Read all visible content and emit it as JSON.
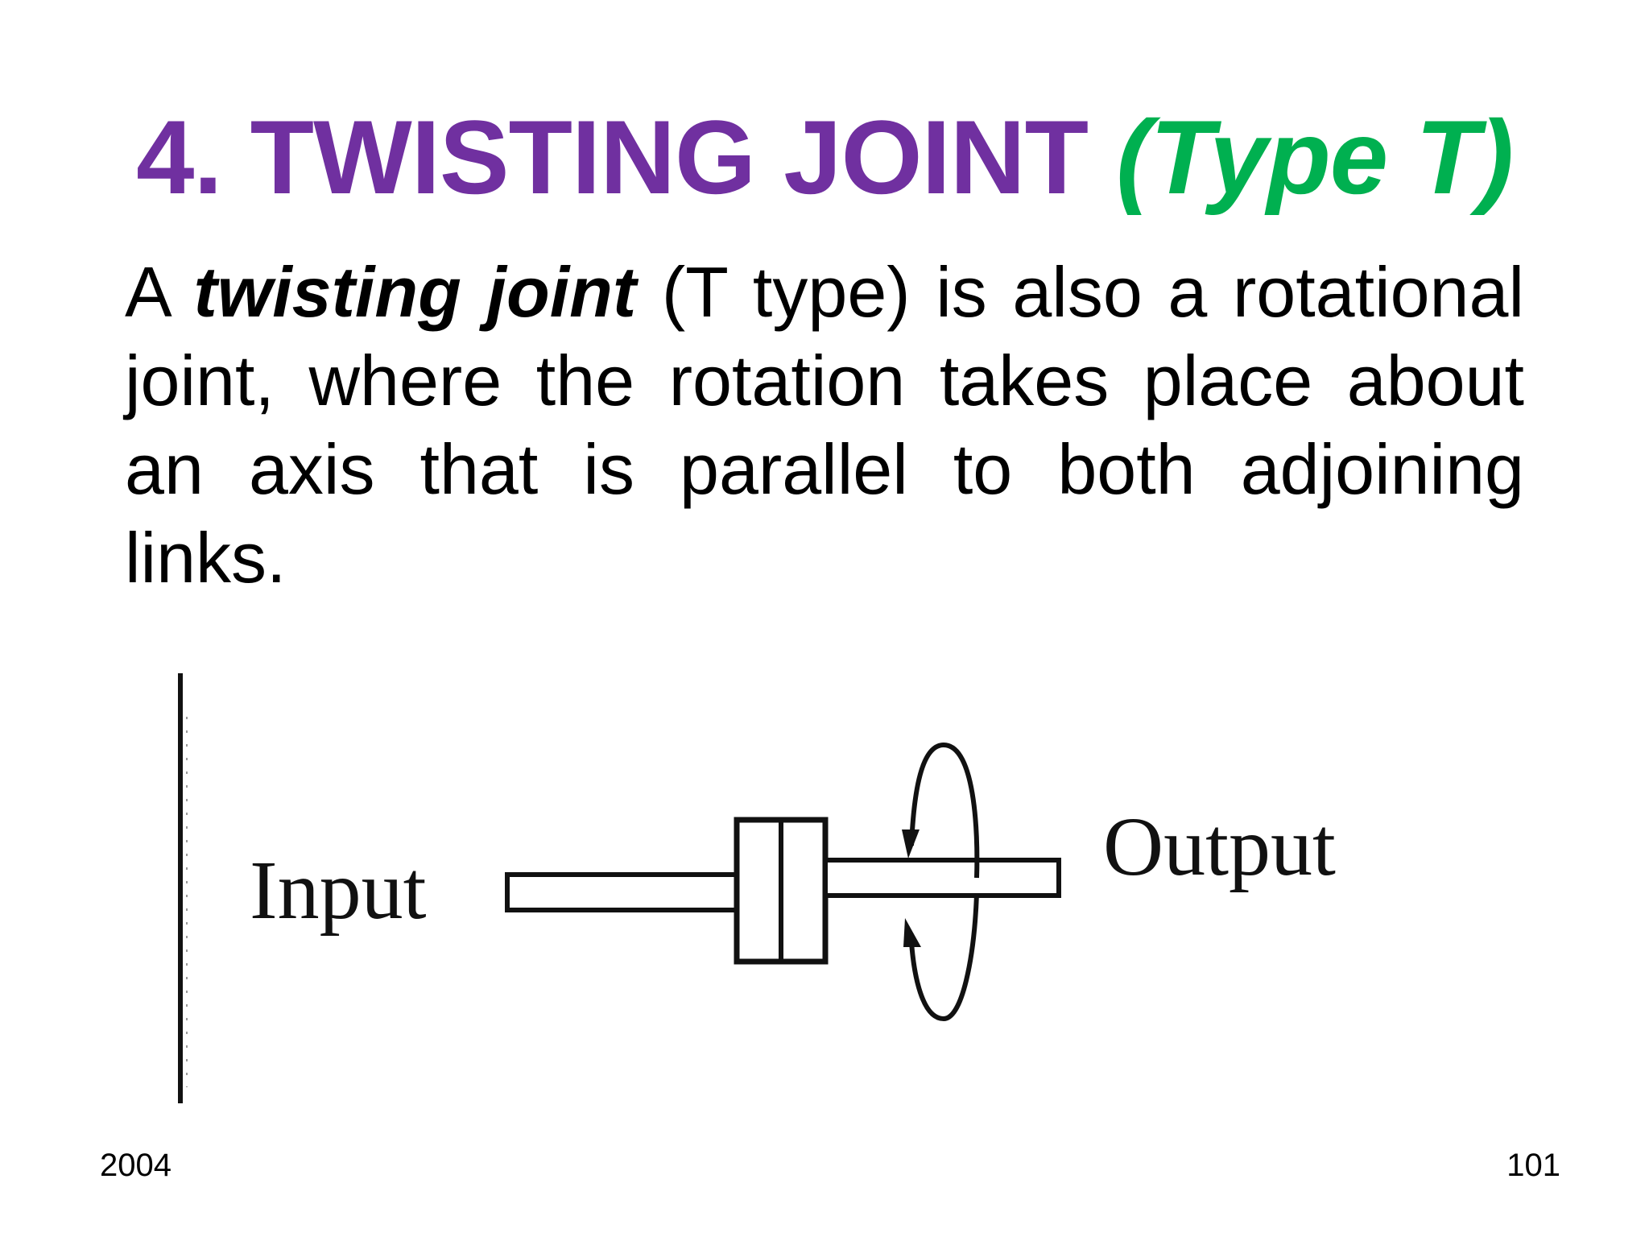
{
  "slide": {
    "title_main": "4. TWISTING JOINT ",
    "title_type": "(Type T)",
    "title_main_color": "#7030a0",
    "title_type_color": "#00b050",
    "body": {
      "part1": "A ",
      "emphasis": "twisting joint",
      "part2": " (T type) is also a rotational joint, where the rotation takes place about an axis that is parallel to both adjoining links."
    },
    "figure": {
      "input_label": "Input",
      "output_label": "Output"
    },
    "footer": {
      "year": "2004",
      "page_number": "101"
    }
  }
}
